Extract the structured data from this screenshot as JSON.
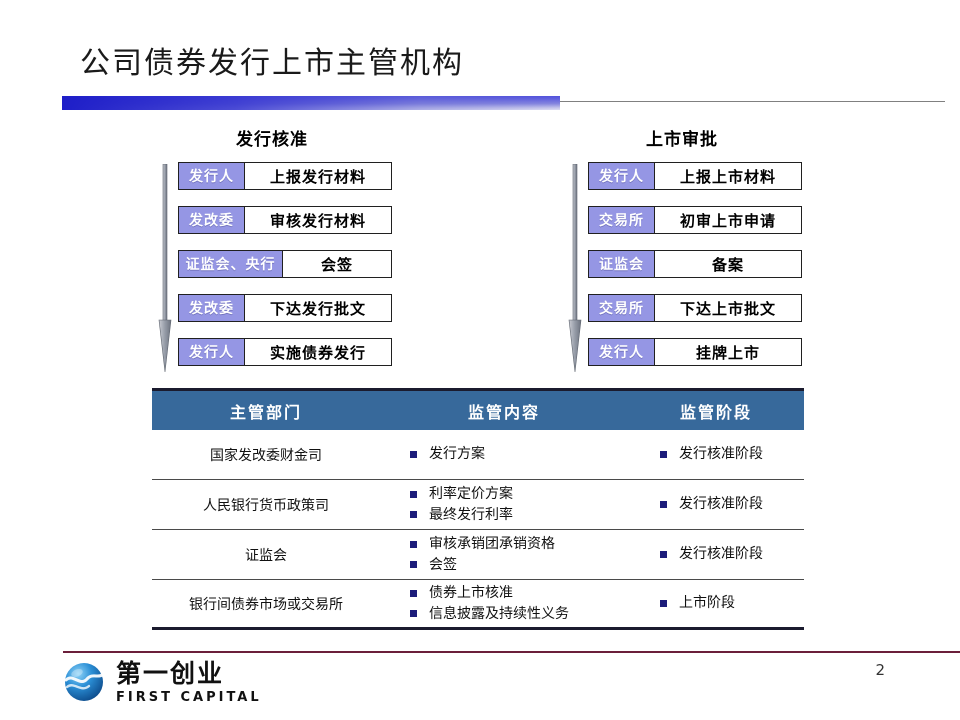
{
  "slide": {
    "title": "公司债券发行上市主管机构",
    "page_number": "2",
    "accent_blue": "#2a2ad4",
    "table_header_blue": "#37699b",
    "actor_box_color": "#9596e4",
    "footer_rule_color": "#6b1f3a",
    "bullet_color": "#1c1c7a"
  },
  "flowcharts": [
    {
      "heading": "发行核准",
      "rows": [
        {
          "actor": "发行人",
          "action": "上报发行材料",
          "wide": false
        },
        {
          "actor": "发改委",
          "action": "审核发行材料",
          "wide": false
        },
        {
          "actor": "证监会、央行",
          "action": "会签",
          "wide": true
        },
        {
          "actor": "发改委",
          "action": "下达发行批文",
          "wide": false
        },
        {
          "actor": "发行人",
          "action": "实施债券发行",
          "wide": false
        }
      ]
    },
    {
      "heading": "上市审批",
      "rows": [
        {
          "actor": "发行人",
          "action": "上报上市材料",
          "wide": false
        },
        {
          "actor": "交易所",
          "action": "初审上市申请",
          "wide": false
        },
        {
          "actor": "证监会",
          "action": "备案",
          "wide": false
        },
        {
          "actor": "交易所",
          "action": "下达上市批文",
          "wide": false
        },
        {
          "actor": "发行人",
          "action": "挂牌上市",
          "wide": false
        }
      ]
    }
  ],
  "table": {
    "headers": [
      "主管部门",
      "监管内容",
      "监管阶段"
    ],
    "rows": [
      {
        "dept": "国家发改委财金司",
        "scope": [
          "发行方案"
        ],
        "stage": [
          "发行核准阶段"
        ]
      },
      {
        "dept": "人民银行货币政策司",
        "scope": [
          "利率定价方案",
          "最终发行利率"
        ],
        "stage": [
          "发行核准阶段"
        ]
      },
      {
        "dept": "证监会",
        "scope": [
          "审核承销团承销资格",
          "会签"
        ],
        "stage": [
          "发行核准阶段"
        ]
      },
      {
        "dept": "银行间债券市场或交易所",
        "scope": [
          "债券上市核准",
          "信息披露及持续性义务"
        ],
        "stage": [
          "上市阶段"
        ]
      }
    ]
  },
  "footer": {
    "logo_cn": "第一创业",
    "logo_en": "FIRST CAPITAL"
  }
}
